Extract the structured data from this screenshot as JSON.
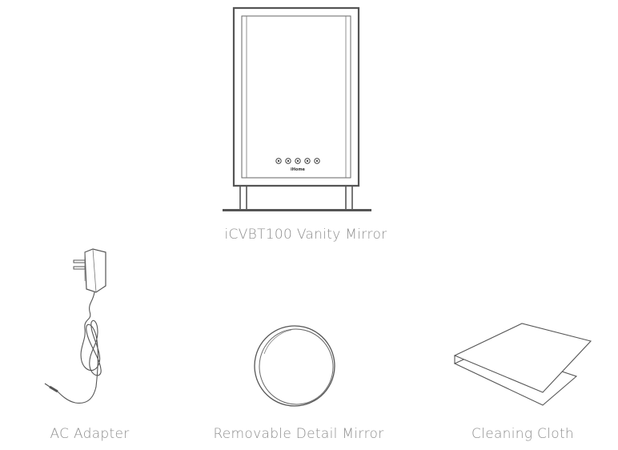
{
  "items": [
    {
      "caption": "iCVBT100 Vanity Mirror",
      "icon": "vanity-mirror-illustration"
    },
    {
      "caption": "AC Adapter",
      "icon": "ac-adapter-illustration"
    },
    {
      "caption": "Removable Detail Mirror",
      "icon": "detail-mirror-illustration"
    },
    {
      "caption": "Cleaning Cloth",
      "icon": "cleaning-cloth-illustration"
    }
  ],
  "mirror_brand_mark": "iHome",
  "colors": {
    "line": "#555555",
    "caption": "#8e8e8e",
    "background": "#ffffff"
  }
}
